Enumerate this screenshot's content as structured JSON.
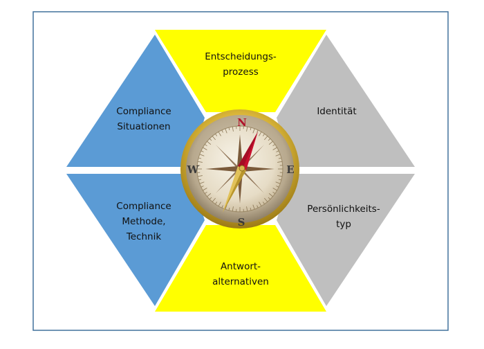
{
  "diagram": {
    "segments": {
      "top": {
        "lines": [
          "Entscheidungs-",
          "prozess"
        ],
        "color": "#FFFF00"
      },
      "bottom": {
        "lines": [
          "Antwort-",
          "alternativen"
        ],
        "color": "#FFFF00"
      },
      "upper_left": {
        "lines": [
          "Compliance",
          "Situationen"
        ],
        "color": "#5B9BD5"
      },
      "lower_left": {
        "lines": [
          "Compliance",
          "Methode,",
          "Technik"
        ],
        "color": "#5B9BD5"
      },
      "upper_right": {
        "lines": [
          "Identität"
        ],
        "color": "#BFBFBF"
      },
      "lower_right": {
        "lines": [
          "Persönlichkeits-",
          "typ"
        ],
        "color": "#BFBFBF"
      }
    },
    "compass": {
      "north": "N",
      "south": "S",
      "east": "E",
      "west": "W",
      "icon": "compass-icon"
    },
    "frame_color": "#41719C"
  }
}
